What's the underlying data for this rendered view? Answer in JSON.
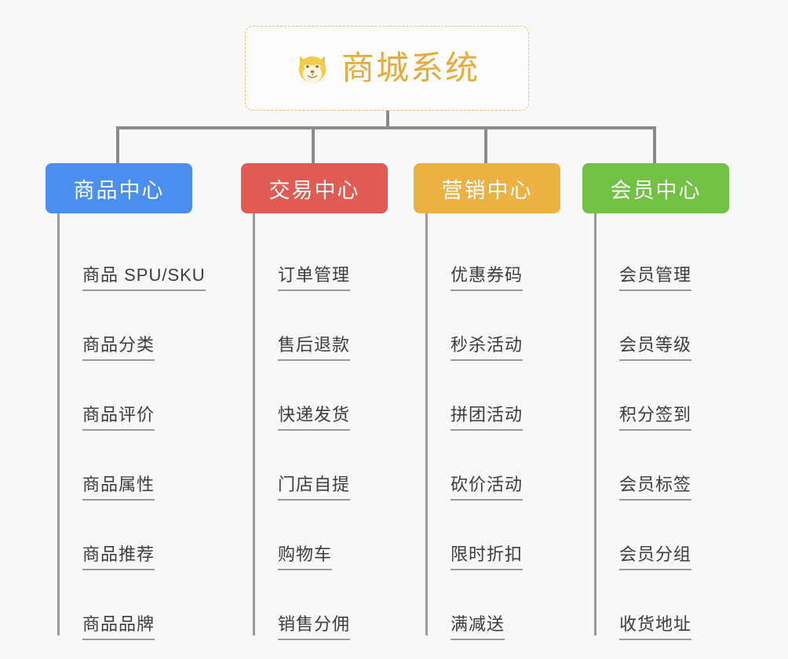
{
  "root": {
    "icon": "shiba-dog-face-icon",
    "title": "商城系统"
  },
  "palette": {
    "background": "#f8f8f8",
    "root_border": "#eac26a",
    "root_title": "#e5ab3e",
    "connector": "#8c8c8c",
    "leaf_line": "#9a9a9a",
    "leaf_text": "#3c3c3c"
  },
  "columns": [
    {
      "label": "商品中心",
      "color": "#4a8ef0",
      "items": [
        "商品 SPU/SKU",
        "商品分类",
        "商品评价",
        "商品属性",
        "商品推荐",
        "商品品牌"
      ]
    },
    {
      "label": "交易中心",
      "color": "#e15b55",
      "items": [
        "订单管理",
        "售后退款",
        "快递发货",
        "门店自提",
        "购物车",
        "销售分佣"
      ]
    },
    {
      "label": "营销中心",
      "color": "#edb042",
      "items": [
        "优惠券码",
        "秒杀活动",
        "拼团活动",
        "砍价活动",
        "限时折扣",
        "满减送"
      ]
    },
    {
      "label": "会员中心",
      "color": "#72c044",
      "items": [
        "会员管理",
        "会员等级",
        "积分签到",
        "会员标签",
        "会员分组",
        "收货地址"
      ]
    }
  ]
}
